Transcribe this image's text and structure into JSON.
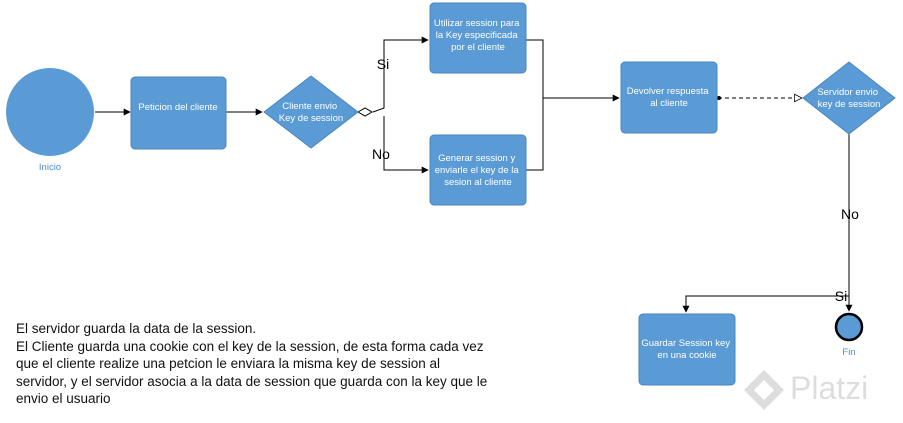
{
  "colors": {
    "node_fill": "#5b9bd5",
    "node_stroke": "#4a86c0",
    "edge": "#000000",
    "caption": "#4f8cc9"
  },
  "nodes": {
    "inicio": {
      "shape": "circle",
      "caption": "Inicio"
    },
    "peticion": {
      "shape": "rounded-rect",
      "lines": [
        "Peticion del cliente"
      ]
    },
    "cliente_envio": {
      "shape": "diamond",
      "lines": [
        "Cliente envio",
        "Key de session"
      ]
    },
    "utilizar_session": {
      "shape": "rounded-rect",
      "lines": [
        "Utilizar session para",
        "la Key especificada",
        "por el cliente"
      ]
    },
    "generar_session": {
      "shape": "rounded-rect",
      "lines": [
        "Generar session y",
        "enviarle el key de la",
        "sesion  al cliente"
      ]
    },
    "devolver": {
      "shape": "rounded-rect",
      "lines": [
        "Devolver respuesta",
        "al cliente"
      ]
    },
    "servidor_envio": {
      "shape": "diamond",
      "lines": [
        "Servidor envio",
        "key de session"
      ]
    },
    "guardar": {
      "shape": "rounded-rect",
      "lines": [
        "Guardar Session key",
        "en una cookie"
      ]
    },
    "fin": {
      "shape": "circle",
      "caption": "Fin"
    }
  },
  "edge_labels": {
    "si_upper": "Si",
    "no_lower": "No",
    "no_vertical": "No",
    "si_lower": "Si"
  },
  "note": {
    "lines": [
      "El servidor guarda la data de la session.",
      "El Cliente guarda una cookie con el key de la session, de esta forma cada vez",
      "que el cliente realize una petcion le enviara la misma key de session al",
      "servidor, y el servidor asocia a la data de session que guarda con la key que le",
      "envio el usuario"
    ]
  },
  "watermark": {
    "text": "Platzi"
  }
}
